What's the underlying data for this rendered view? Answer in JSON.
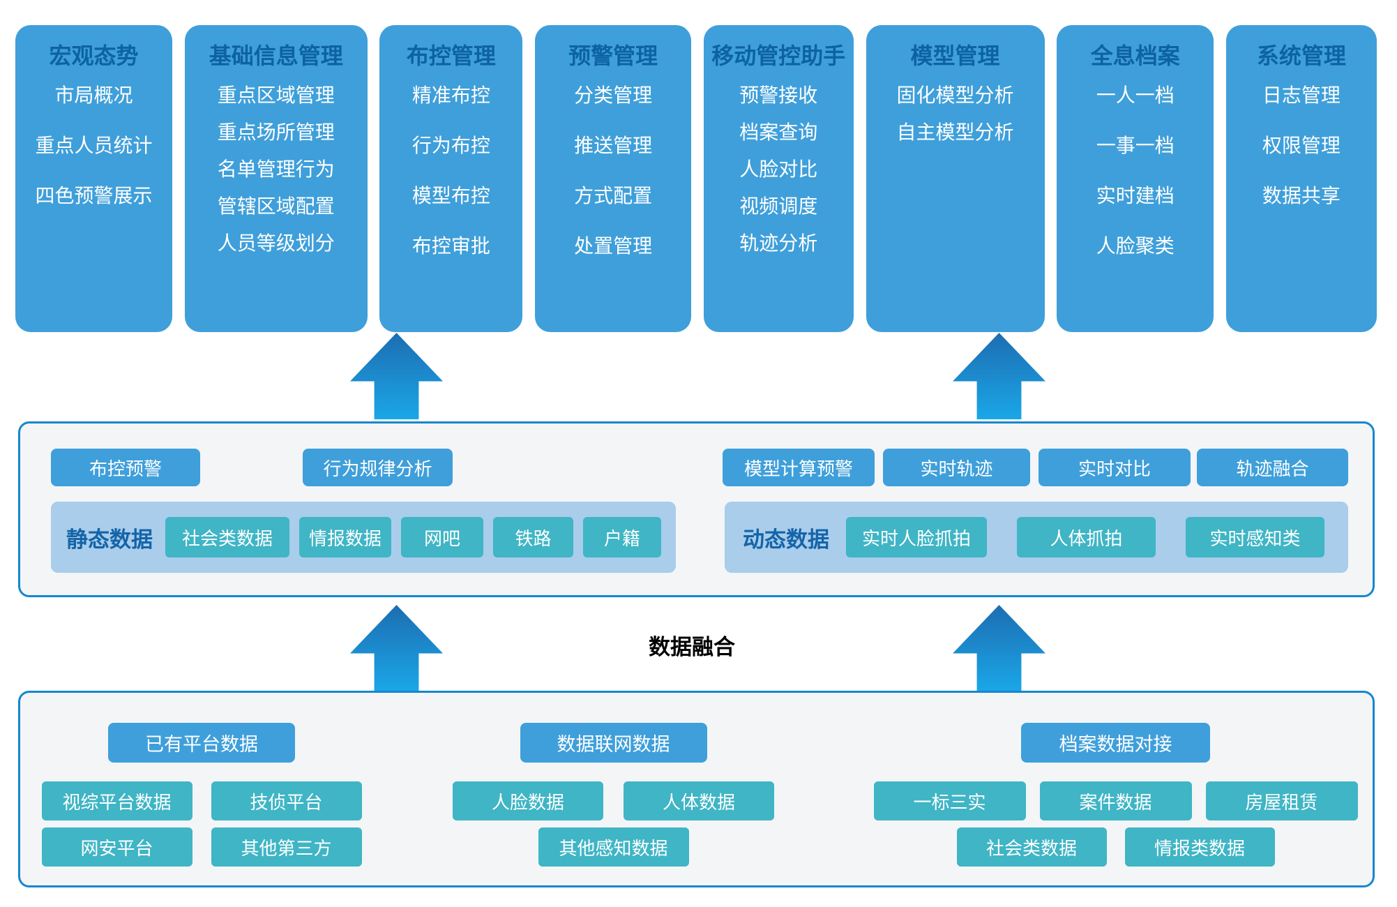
{
  "top_cards": [
    {
      "title": "宏观态势",
      "items": [
        "市局概况",
        "重点人员统计",
        "四色预警展示"
      ]
    },
    {
      "title": "基础信息管理",
      "items": [
        "重点区域管理",
        "重点场所管理",
        "名单管理行为",
        "管辖区域配置",
        "人员等级划分"
      ]
    },
    {
      "title": "布控管理",
      "items": [
        "精准布控",
        "行为布控",
        "模型布控",
        "布控审批"
      ]
    },
    {
      "title": "预警管理",
      "items": [
        "分类管理",
        "推送管理",
        "方式配置",
        "处置管理"
      ]
    },
    {
      "title": "移动管控助手",
      "items": [
        "预警接收",
        "档案查询",
        "人脸对比",
        "视频调度",
        "轨迹分析"
      ]
    },
    {
      "title": "模型管理",
      "items": [
        "固化模型分析",
        "自主模型分析"
      ]
    },
    {
      "title": "全息档案",
      "items": [
        "一人一档",
        "一事一档",
        "实时建档",
        "人脸聚类"
      ]
    },
    {
      "title": "系统管理",
      "items": [
        "日志管理",
        "权限管理",
        "数据共享"
      ]
    }
  ],
  "middle": {
    "left": {
      "buttons": [
        "布控预警",
        "行为规律分析"
      ],
      "group_label": "静态数据",
      "chips": [
        "社会类数据",
        "情报数据",
        "网吧",
        "铁路",
        "户籍"
      ]
    },
    "right": {
      "buttons": [
        "模型计算预警",
        "实时轨迹",
        "实时对比",
        "轨迹融合"
      ],
      "group_label": "动态数据",
      "chips": [
        "实时人脸抓拍",
        "人体抓拍",
        "实时感知类"
      ]
    }
  },
  "fusion": {
    "label": "数据融合"
  },
  "bottom": {
    "groups": [
      {
        "header": "已有平台数据",
        "rows": [
          [
            "视综平台数据",
            "技侦平台"
          ],
          [
            "网安平台",
            "其他第三方"
          ]
        ]
      },
      {
        "header": "数据联网数据",
        "rows": [
          [
            "人脸数据",
            "人体数据"
          ],
          [
            "其他感知数据"
          ]
        ]
      },
      {
        "header": "档案数据对接",
        "rows": [
          [
            "一标三实",
            "案件数据",
            "房屋租赁"
          ],
          [
            "社会类数据",
            "情报类数据"
          ]
        ]
      }
    ]
  },
  "colors": {
    "card_blue": "#3f9fda",
    "tile_teal": "#3fb5c5",
    "container_light_blue": "#a9cdeb",
    "panel_border_blue": "#1487ce",
    "panel_background": "#f4f5f7",
    "card_title_dark_blue": "#0d62a4",
    "group_label_dark_blue": "#1464a8",
    "arrow_gradient_top": "#1d6db1",
    "arrow_gradient_bottom": "#1aa7e8",
    "fusion_text": "#000000"
  }
}
